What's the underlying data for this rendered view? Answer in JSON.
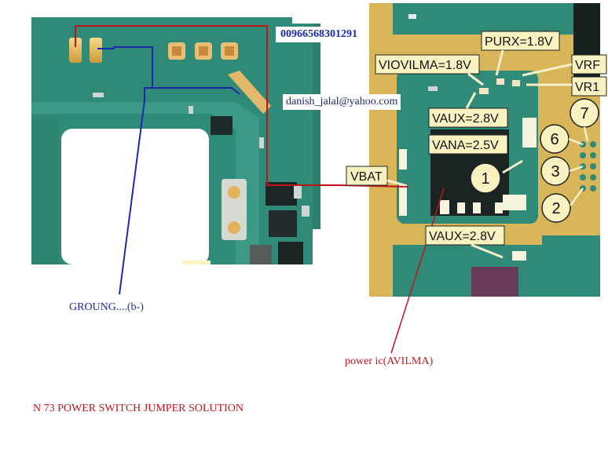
{
  "annotations": {
    "phone_number": "00966568301291",
    "email": "danish_jalal@yahoo.com",
    "ground_label": "GROUNG....(b-)",
    "power_ic_label": "power ic(AVILMA)",
    "title": "N 73 POWER SWITCH JUMPER SOLUTION"
  },
  "voltage_labels": {
    "purx": "PURX=1.8V",
    "viovilma": "VIOVILMA=1.8V",
    "vrf": "VRF",
    "vr1": "VR1",
    "vaux_top": "VAUX=2.8V",
    "vana": "VANA=2.5V",
    "vbat": "VBAT",
    "vaux_bottom": "VAUX=2.8V"
  },
  "pin_numbers": [
    "1",
    "2",
    "3",
    "6",
    "7"
  ],
  "colors": {
    "board": "#2f8a78",
    "label_bg": "#fbf2c2",
    "red_wire": "#c0141c",
    "blue_wire": "#1a2aa8"
  }
}
